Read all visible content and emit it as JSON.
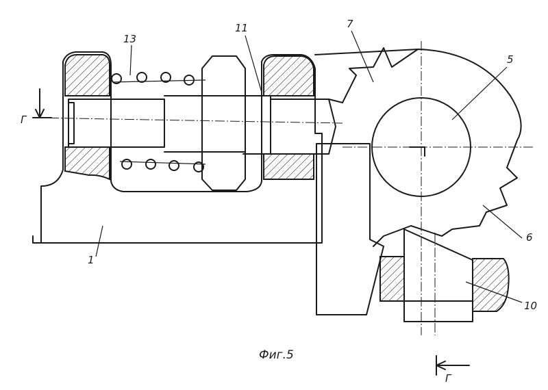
{
  "figure": {
    "caption": "Фиг.5",
    "section_letter_left": "Г",
    "section_letter_right": "Г",
    "reference_numerals": [
      "1",
      "5",
      "6",
      "7",
      "10",
      "11",
      "13"
    ]
  },
  "colors": {
    "ink": "#1a1a1a",
    "paper": "#ffffff"
  }
}
